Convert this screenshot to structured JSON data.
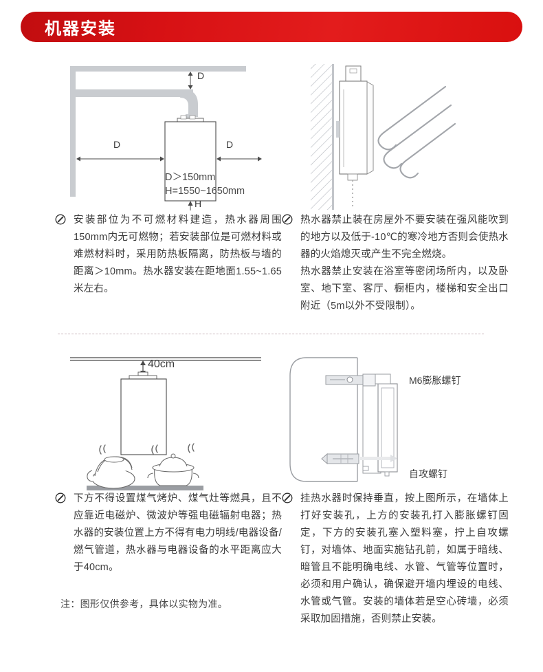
{
  "header": {
    "title": "机器安装",
    "accent_color": "#d71114",
    "text_color": "#ffffff"
  },
  "blocks": [
    {
      "id": "clearance",
      "figure": {
        "name": "wall-clearance-diagram",
        "labels": {
          "top_gap": "D",
          "left_gap": "D",
          "right_gap": "D",
          "height": "H",
          "spec_d": "D＞150mm",
          "spec_h": "H=1550~1650mm"
        }
      },
      "bullet_icon": "prohibition-icon",
      "text": "安装部位为不可燃材料建造，热水器周围150mm内无可燃物；若安装部位是可燃材料或难燃材料时，采用防热板隔离，防热板与墙的距离＞10mm。热水器安装在距地面1.55~1.65米左右。"
    },
    {
      "id": "outdoor-wind",
      "figure": {
        "name": "outdoor-wind-diagram",
        "labels": {}
      },
      "bullet_icon": "prohibition-icon",
      "text": "热水器禁止装在房屋外不要安装在强风能吹到的地方以及低于-10℃的寒冷地方否则会使热水器的火焰熄灭或产生不完全燃烧。\n热水器禁止安装在浴室等密闭场所内，以及卧室、地下室、客厅、橱柜内，楼梯和安全出口附近（5m以外不受限制）。"
    },
    {
      "id": "cooking-clearance",
      "figure": {
        "name": "cooktop-clearance-diagram",
        "labels": {
          "gap": "40cm"
        }
      },
      "bullet_icon": "prohibition-icon",
      "text": "下方不得设置煤气烤炉、煤气灶等燃具，且不应靠近电磁炉、微波炉等强电磁辐射电器；热水器的安装位置上方不得有电力明线/电器设备/燃气管道，热水器与电器设备的水平距离应大于40cm。"
    },
    {
      "id": "mounting-screws",
      "figure": {
        "name": "wall-mounting-diagram",
        "labels": {
          "expansion_screw": "M6膨胀螺钉",
          "self_tapping_screw": "自攻螺钉"
        }
      },
      "bullet_icon": "prohibition-icon",
      "text": "挂热水器时保持垂直，按上图所示，在墙体上打好安装孔，上方的安装孔打入膨胀螺钉固定，下方的安装孔塞入塑料塞，拧上自攻螺钉，对墙体、地面实施钻孔前，如属于暗线、暗管且不能明确电线、水管、气管等位置时，必须和用户确认，确保避开墙内埋设的电线、水管或气管。安装的墙体若是空心砖墙，必须采取加固措施，否则禁止安装。"
    }
  ],
  "footnote": "注：图形仅供参考，具体以实物为准。"
}
